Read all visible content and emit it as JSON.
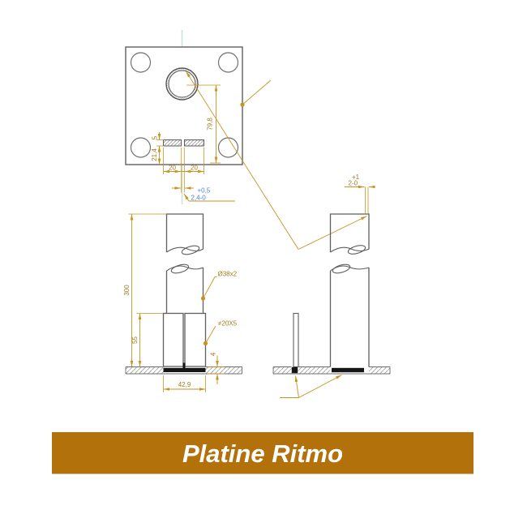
{
  "banner": {
    "title": "Platine Ritmo",
    "bg_color": "#b2710a",
    "text_color": "#ffffff"
  },
  "colors": {
    "dimension_lines": "#c9931f",
    "dimension_text": "#a07c1e",
    "tolerance_text": "#4a7fd1",
    "part_outline": "#5f5f5f",
    "centerline": "#c5e2d2",
    "weld_fill": "#161616",
    "background": "#ffffff"
  },
  "top_view": {
    "dim_height": "79,8",
    "dim_slot_thickness": "5",
    "dim_slot_depth": "21,4",
    "dim_slot_left": "20",
    "dim_slot_right": "20",
    "tol_plus": "+0,5",
    "tol_value": "2,4-0"
  },
  "front_view": {
    "dim_total_height": "300",
    "dim_bar_height": "55",
    "dim_plate_thickness": "4",
    "dim_base_width": "42,9",
    "label_tube": "Ø38x2",
    "label_flat_bar": "≠20X5"
  },
  "side_view": {
    "tol_plus": "+1",
    "tol_value": "2-0"
  }
}
